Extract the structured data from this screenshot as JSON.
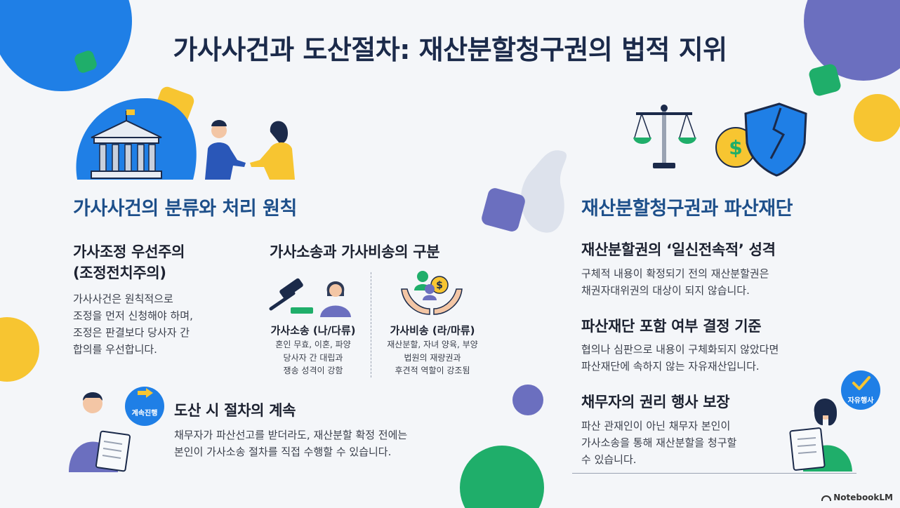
{
  "title": "가사사건과 도산절차: 재산분할청구권의 법적 지위",
  "left": {
    "heading": "가사사건의 분류와 처리 원칙",
    "mediation": {
      "title_line1": "가사조정 우선주의",
      "title_line2": "(조정전치주의)",
      "body": [
        "가사사건은 원칙적으로",
        "조정을 먼저 신청해야 하며,",
        "조정은 판결보다 당사자 간",
        "합의를 우선합니다."
      ]
    },
    "distinction": {
      "title": "가사소송과 가사비송의 구분",
      "litigation": {
        "title": "가사소송 (나/다류)",
        "lines": [
          "혼인 무효, 이혼, 파양",
          "당사자 간 대립과",
          "쟁송 성격이 강함"
        ]
      },
      "nonlitigation": {
        "title": "가사비송 (라/마류)",
        "lines": [
          "재산분할, 자녀 양육, 부양",
          "법원의 재량권과",
          "후견적 역할이 강조됨"
        ]
      }
    },
    "continuation": {
      "badge": "계속진행",
      "title": "도산 시 절차의 계속",
      "body": [
        "채무자가 파산선고를 받더라도, 재산분할 확정 전에는",
        "본인이 가사소송 절차를 직접 수행할 수 있습니다."
      ]
    }
  },
  "right": {
    "heading": "재산분할청구권과 파산재단",
    "item1": {
      "title": "재산분할권의 ‘일신전속적’ 성격",
      "body": [
        "구체적 내용이 확정되기 전의 재산분할권은",
        "채권자대위권의 대상이 되지 않습니다."
      ]
    },
    "item2": {
      "title": "파산재단 포함 여부 결정 기준",
      "body": [
        "협의나 심판으로 내용이 구체화되지 않았다면",
        "파산재단에 속하지 않는 자유재산입니다."
      ]
    },
    "item3": {
      "title": "채무자의 권리 행사 보장",
      "badge": "자유행사",
      "body": [
        "파산 관재인이 아닌 채무자 본인이",
        "가사소송을 통해 재산분할을 청구할",
        "수 있습니다."
      ]
    }
  },
  "brand": "NotebookLM",
  "colors": {
    "heading_blue": "#1d4f8a",
    "accent_blue": "#1f7fe6",
    "green": "#1fae6a",
    "yellow": "#f7c531",
    "purple": "#6b6fbf"
  }
}
